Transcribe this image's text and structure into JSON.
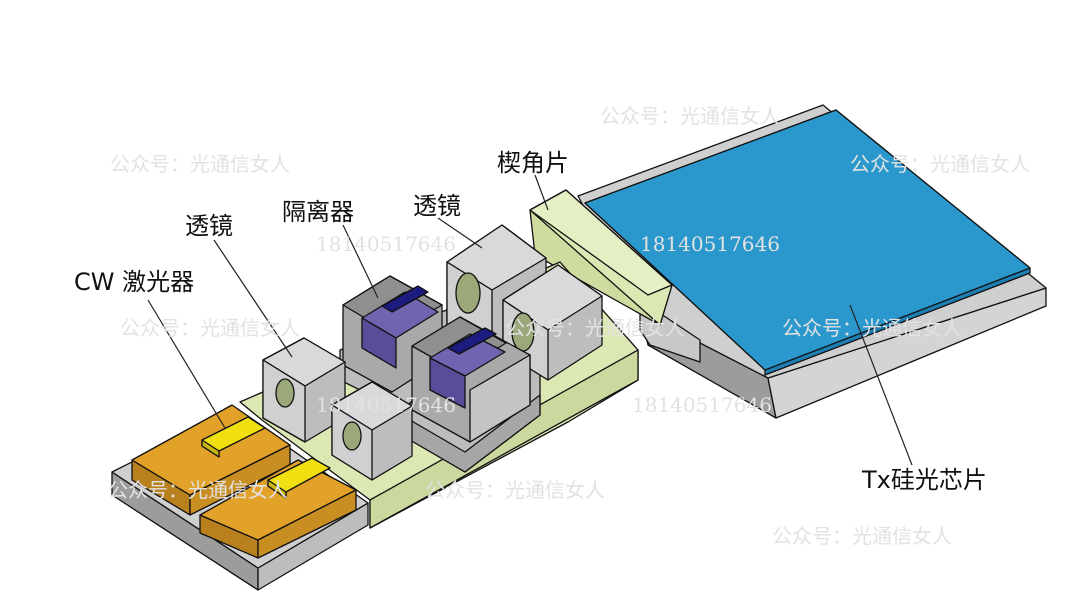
{
  "labels": {
    "laser": "CW 激光器",
    "lens1": "透镜",
    "isolator": "隔离器",
    "lens2": "透镜",
    "wedge": "楔角片",
    "chip": "Tx硅光芯片"
  },
  "watermarks": {
    "account": "公众号：光通信女人",
    "phone": "18140517646"
  },
  "colors": {
    "chip_blue": "#2b98cd",
    "laser_orange": "#e2a128",
    "yellow_pad": "#f0e012",
    "green_part": "#dce8b4",
    "gray": "#cfcfcf",
    "isolator_purple": "#5b4c9a"
  }
}
